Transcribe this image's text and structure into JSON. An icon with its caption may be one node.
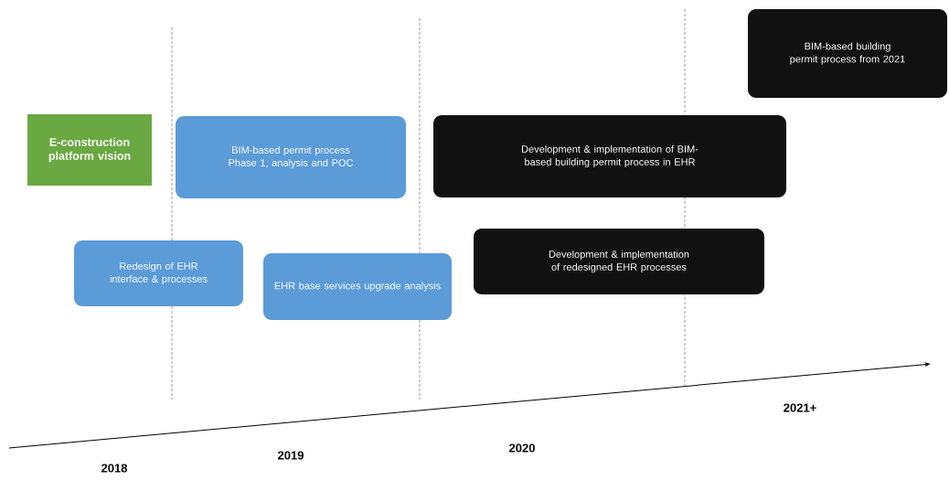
{
  "diagram": {
    "nodes": [
      {
        "text": [
          "E-construction platform vision"
        ]
      },
      {
        "text": [
          "BIM-based permit process Phase 1, analysis and POC"
        ]
      },
      {
        "text": [
          "Development & implementation of BIM-based building permit process in EHR"
        ]
      },
      {
        "text": [
          "BIM-based building permit process from 2021"
        ]
      },
      {
        "text": [
          "Redesign of EHR interface & processes"
        ]
      },
      {
        "text": [
          "EHR base services upgrade analysis"
        ]
      },
      {
        "text": [
          "Development & implementation of redesigned EHR processes"
        ]
      }
    ],
    "labels": [
      "2021+",
      "2020",
      "2019",
      "2018"
    ]
  }
}
